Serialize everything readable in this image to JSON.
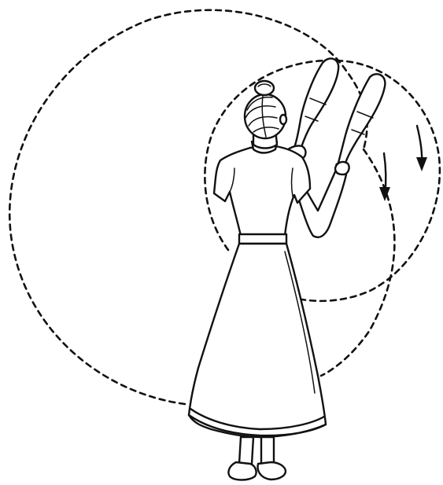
{
  "illustration": {
    "subject": "woman-swinging-indian-clubs-rear-view",
    "ink_color": "#111111",
    "background_color": "#ffffff",
    "motion_arrows": 2,
    "motion_direction": "downward-clockwise"
  }
}
